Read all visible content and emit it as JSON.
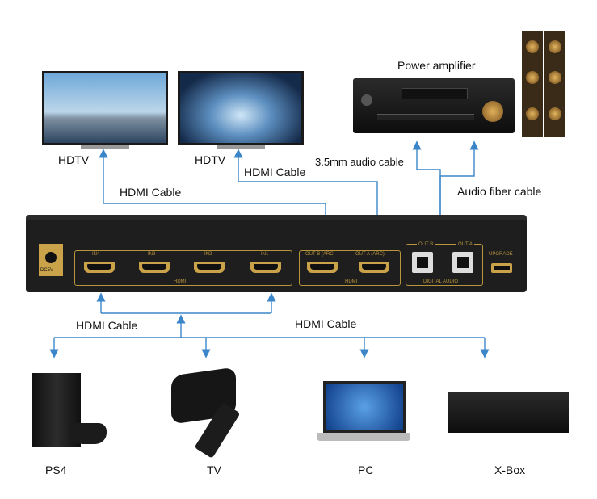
{
  "labels": {
    "hdtv1": "HDTV",
    "hdtv2": "HDTV",
    "hdmi_cable_top1": "HDMI Cable",
    "hdmi_cable_top2": "HDMI Cable",
    "audio_cable": "3.5mm audio cable",
    "fiber_cable": "Audio fiber cable",
    "power_amp": "Power amplifier",
    "hdmi_cable_bottom1": "HDMI Cable",
    "hdmi_cable_bottom2": "HDMI Cable",
    "ps4": "PS4",
    "tv": "TV",
    "pc": "PC",
    "xbox": "X-Box"
  },
  "device": {
    "in4": "IN4",
    "in3": "IN3",
    "in2": "IN2",
    "in1": "IN1",
    "hdmi_in_group": "HDMI",
    "out_b": "OUT B (ARC)",
    "out_a": "OUT A (ARC)",
    "hdmi_out_group": "HDMI",
    "opt_out_b": "OUT B",
    "opt_out_a": "OUT A",
    "digital_audio": "DIGITAL AUDIO",
    "upgrade": "UPGRADE",
    "dc": "DC5V"
  },
  "colors": {
    "arrow": "#3b86c9",
    "gold": "#b8953c",
    "panel": "#1e1e1e"
  }
}
